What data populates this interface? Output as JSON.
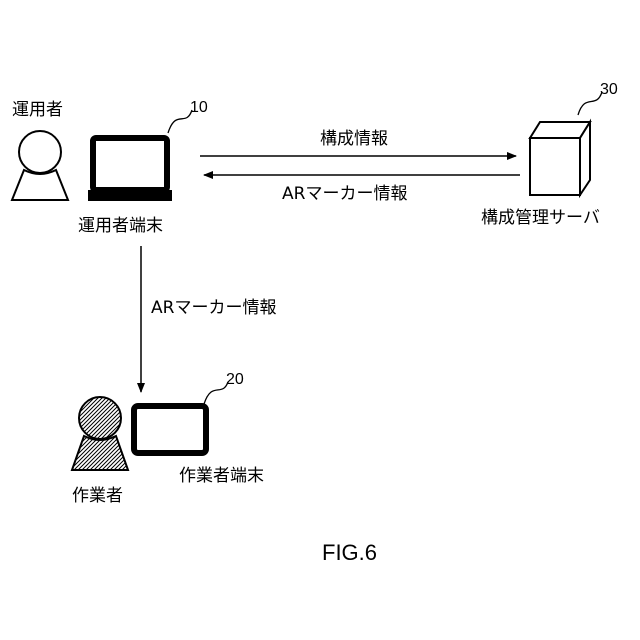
{
  "nodes": {
    "operator": {
      "label": "運用者"
    },
    "operator_terminal": {
      "label": "運用者端末",
      "ref": "10"
    },
    "config_server": {
      "label": "構成管理サーバ",
      "ref": "30"
    },
    "worker": {
      "label": "作業者"
    },
    "worker_terminal": {
      "label": "作業者端末",
      "ref": "20"
    }
  },
  "edges": {
    "config_info": {
      "label": "構成情報"
    },
    "ar_marker_from_server": {
      "label": "ARマーカー情報"
    },
    "ar_marker_to_worker": {
      "label": "ARマーカー情報"
    }
  },
  "caption": "FIG.6"
}
